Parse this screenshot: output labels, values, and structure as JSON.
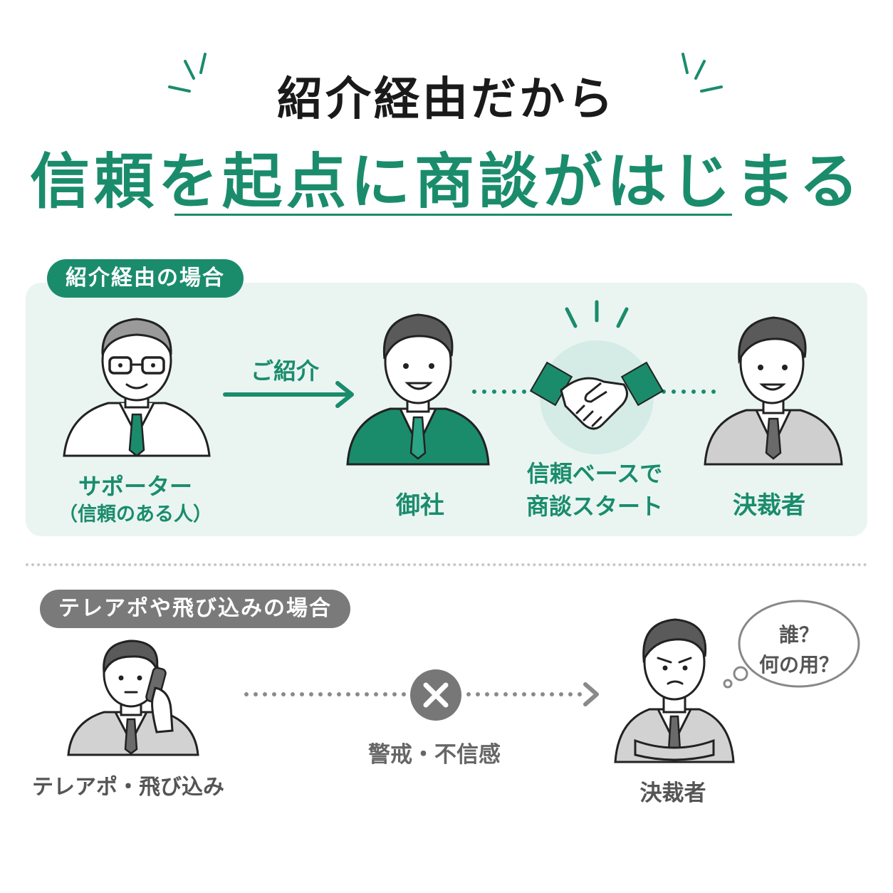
{
  "header": {
    "title_line1": "紹介経由だから",
    "title_line2": "信頼を起点に商談がはじまる"
  },
  "referral_case": {
    "badge": "紹介経由の場合",
    "arrow_label": "ご紹介",
    "supporter_label": "サポーター",
    "supporter_sub": "（信頼のある人）",
    "company_label": "御社",
    "trust_label_line1": "信頼ベースで",
    "trust_label_line2": "商談スタート",
    "decision_maker_label": "決裁者"
  },
  "cold_case": {
    "badge": "テレアポや飛び込みの場合",
    "caller_label": "テレアポ・飛び込み",
    "barrier_label": "警戒・不信感",
    "decision_maker_label": "決裁者",
    "thought_line1": "誰？",
    "thought_line2": "何の用？"
  },
  "colors": {
    "accent": "#1a8c6c",
    "accent_light": "#eaf5f2",
    "gray": "#7a7a7a"
  },
  "icons": [
    "handshake-icon",
    "cross-icon",
    "arrow-right-icon",
    "thought-bubble-icon"
  ]
}
